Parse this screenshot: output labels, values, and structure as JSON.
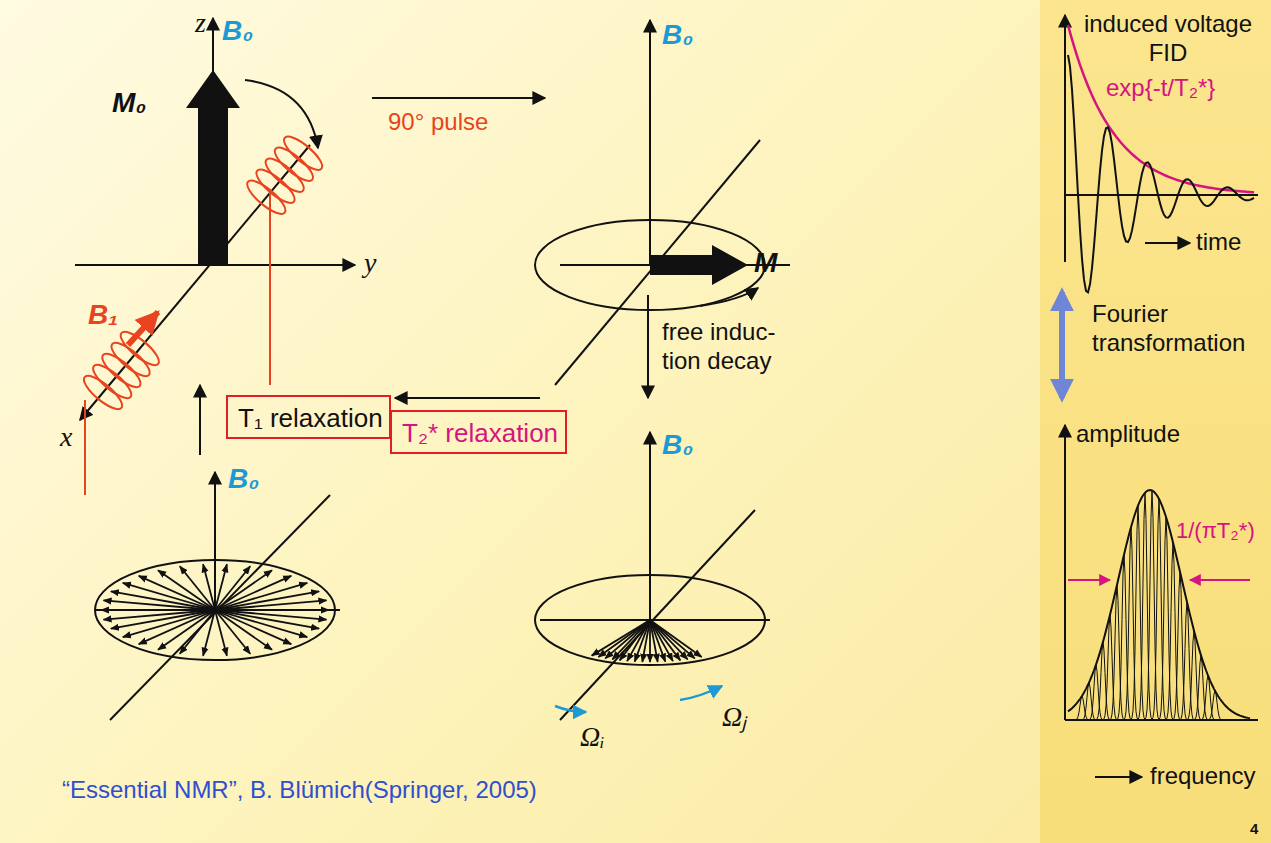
{
  "diagram": {
    "nodes": [
      {
        "text": [
          "T₁ relaxation"
        ]
      },
      {
        "text": [
          "T₂* relaxation"
        ]
      }
    ],
    "labels": [
      "z",
      "B₀",
      "M₀",
      "y",
      "B₁",
      "x",
      "90° pulse",
      "B₀",
      "M",
      "free induc- tion decay",
      "B₀",
      "Ωᵢ",
      "Ωⱼ",
      "B₀",
      "induced voltage FID",
      "exp{-t/T₂*}",
      "time",
      "Fourier transformation",
      "amplitude",
      "1/(πT₂*)",
      "frequency",
      "“Essential NMR”, B. Blümich(Springer, 2005)",
      "4"
    ]
  }
}
